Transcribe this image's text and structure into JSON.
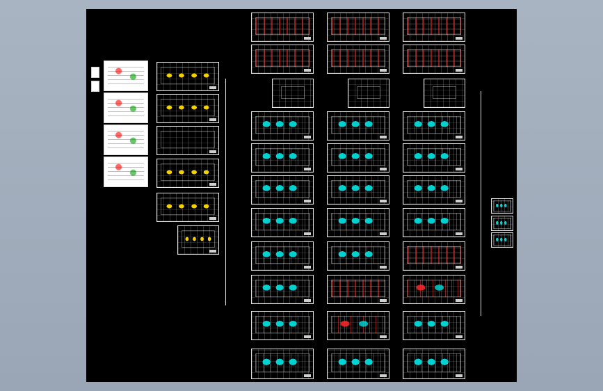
{
  "app": {
    "view": "model-space"
  },
  "drawing": {
    "columns": [
      "left-detail",
      "structure",
      "plan-a",
      "plan-b",
      "plan-c",
      "legend"
    ]
  }
}
